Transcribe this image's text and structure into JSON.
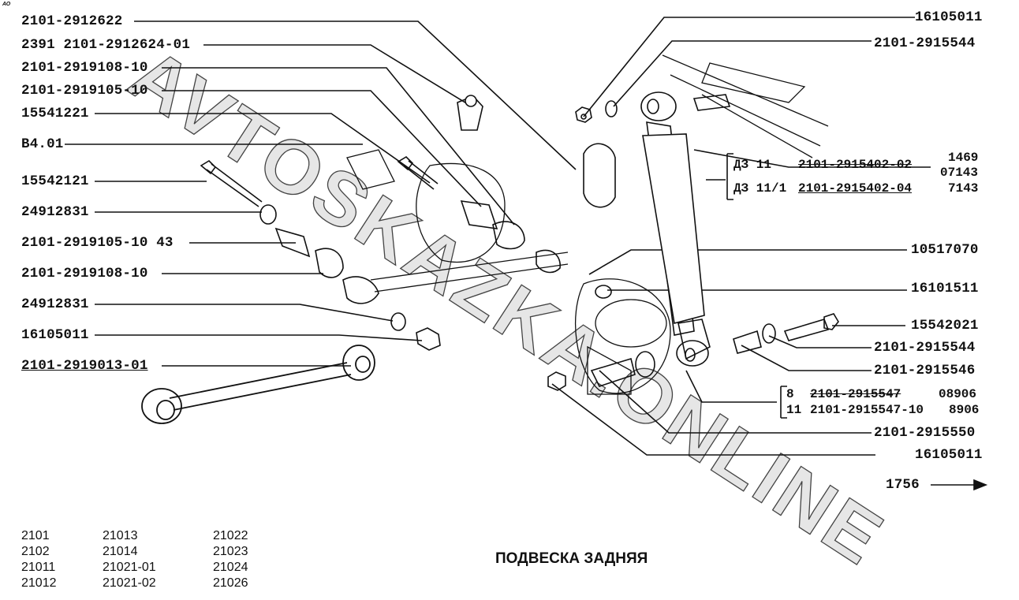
{
  "corner_mark": "АО",
  "watermark": "AVTOSKAZKA.ONLINE",
  "title": "ПОДВЕСКА ЗАДНЯЯ",
  "left_callouts": [
    "2101-2912622",
    "2391 2101-2912624-01",
    "2101-2919108-10",
    "2101-2919105-10",
    "15541221",
    "В4.01",
    "15542121",
    "24912831",
    "2101-2919105-10 43",
    "2101-2919108-10",
    "24912831",
    "16105011",
    "2101-2919013-01"
  ],
  "right_callouts": [
    "16105011",
    "2101-2915544",
    "10517070",
    "16101511",
    "15542021",
    "2101-2915544",
    "2101-2915546",
    "2101-2915550",
    "16105011"
  ],
  "shock_absorber_variants": [
    {
      "type": "ДЗ 11",
      "part": "2101-2915402-02",
      "codes": [
        "1469",
        "07143"
      ]
    },
    {
      "type": "ДЗ 11/1",
      "part": "2101-2915402-04",
      "codes": [
        "7143"
      ]
    }
  ],
  "bolt_variants": [
    {
      "size": "8",
      "part": "2101-2915547",
      "code": "08906"
    },
    {
      "size": "11",
      "part": "2101-2915547-10",
      "code": "8906"
    }
  ],
  "arrow_label": "1756",
  "models": [
    [
      "2101",
      "2102",
      "21011",
      "21012"
    ],
    [
      "21013",
      "21014",
      "21021-01",
      "21021-02"
    ],
    [
      "21022",
      "21023",
      "21024",
      "21026"
    ]
  ]
}
